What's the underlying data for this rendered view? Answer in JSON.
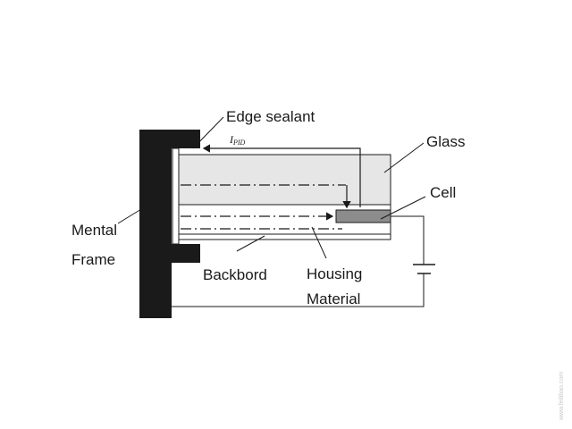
{
  "diagram": {
    "labels": {
      "edge_sealant": "Edge sealant",
      "glass": "Glass",
      "cell": "Cell",
      "mental": "Mental",
      "frame": "Frame",
      "backbord": "Backbord",
      "housing": "Housing",
      "material": "Material",
      "current_symbol": "I",
      "current_subscript": "PID"
    },
    "colors": {
      "frame": "#1a1a1a",
      "glass_fill": "#e6e6e6",
      "cell_fill": "#8c8c8c",
      "line": "#1a1a1a"
    }
  },
  "watermark": {
    "text": "www.feilibao.com"
  }
}
